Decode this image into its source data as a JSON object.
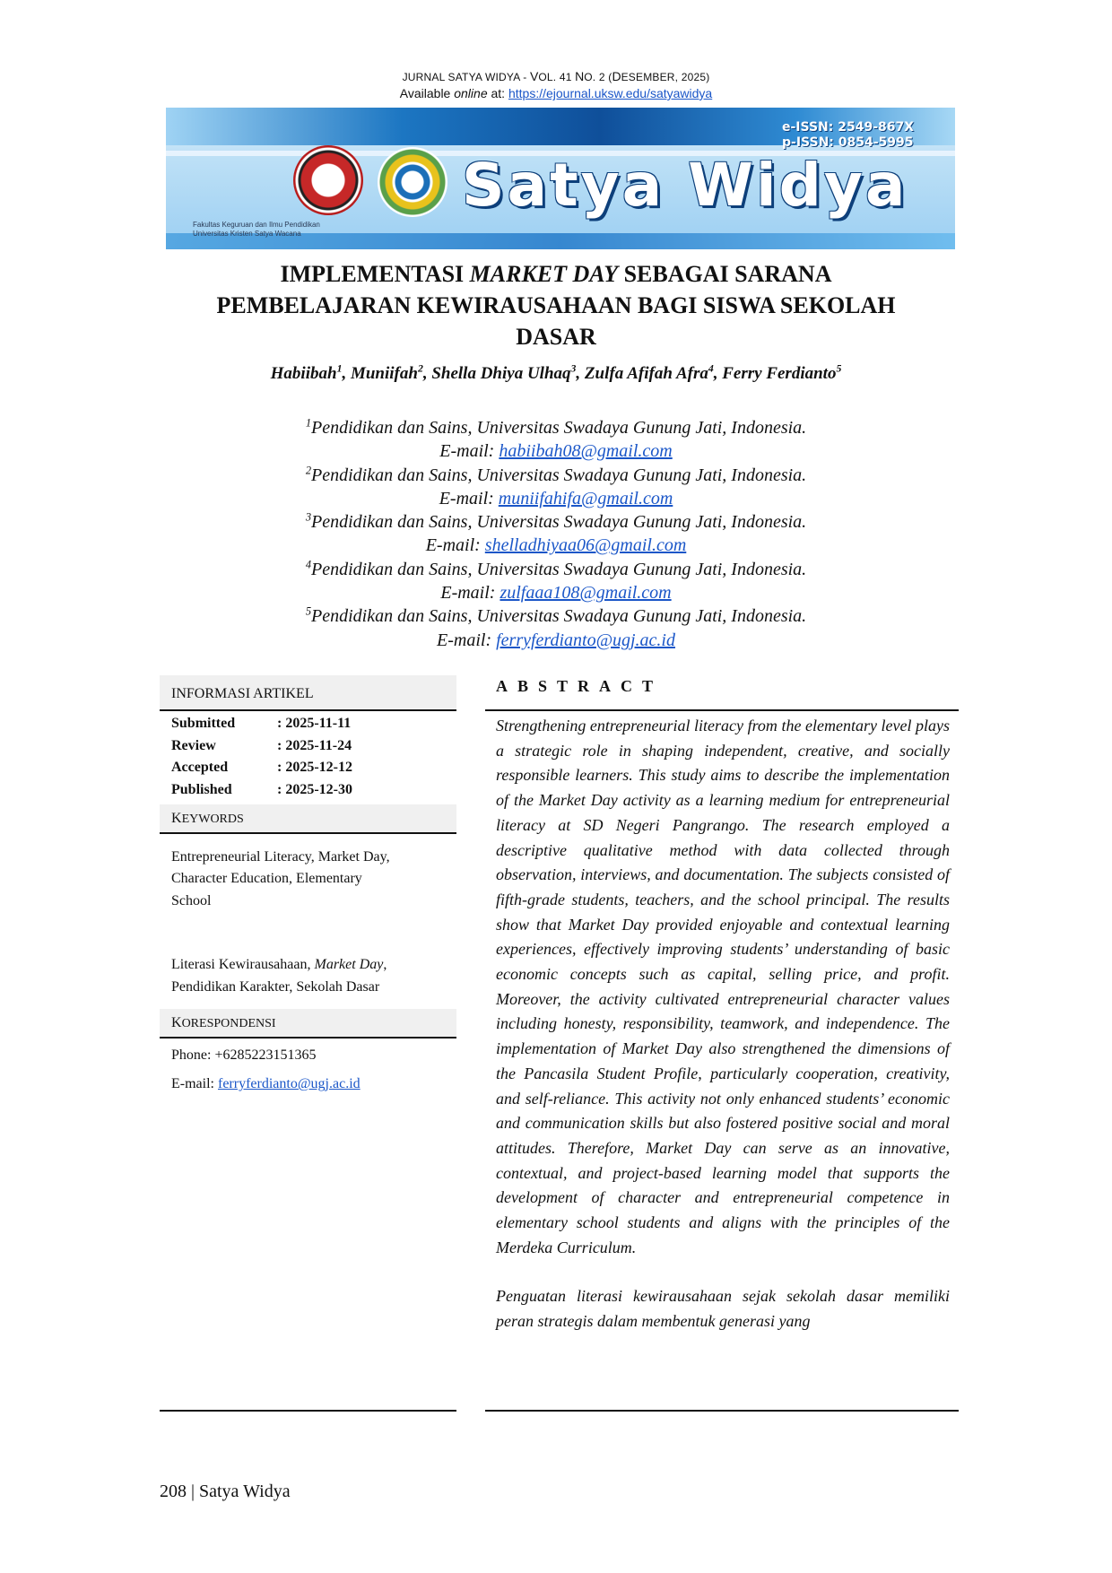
{
  "running_header": {
    "journal": "JURNAL SATYA WIDYA - V",
    "vol_rest": "OL. 41 N",
    "no_rest": "O. 2 (D",
    "date_rest": "ESEMBER, 2025)",
    "vol_cap": "V",
    "no_cap": "N",
    "date_cap": "D",
    "available_prefix": "Available ",
    "available_online": "online",
    "available_at": " at: ",
    "url": "https://ejournal.uksw.edu/satyawidya"
  },
  "banner": {
    "title": "Satya Widya",
    "eissn": "e-ISSN: 2549-867X",
    "pissn": "p-ISSN: 0854-5995",
    "faculty_line1": "Fakultas Keguruan dan Ilmu Pendidikan",
    "faculty_line2": "Universitas Kristen Satya Wacana"
  },
  "title": {
    "line1_pre": "IMPLEMENTASI ",
    "line1_italic": "MARKET DAY",
    "line1_post": " SEBAGAI SARANA",
    "line2": "PEMBELAJARAN KEWIRAUSAHAAN BAGI SISWA SEKOLAH",
    "line3": "DASAR"
  },
  "authors": [
    {
      "name": "Habiibah",
      "sup": "1"
    },
    {
      "name": "Muniifah",
      "sup": "2"
    },
    {
      "name": "Shella Dhiya Ulhaq",
      "sup": "3"
    },
    {
      "name": "Zulfa Afifah Afra",
      "sup": "4"
    },
    {
      "name": "Ferry Ferdianto",
      "sup": "5"
    }
  ],
  "affiliations": [
    {
      "sup": "1",
      "text": "Pendidikan dan Sains, Universitas Swadaya Gunung Jati, Indonesia.",
      "email_label": "E-mail: ",
      "email": "habiibah08@gmail.com"
    },
    {
      "sup": "2",
      "text": "Pendidikan dan Sains, Universitas Swadaya Gunung Jati, Indonesia.",
      "email_label": "E-mail: ",
      "email": "muniifahifa@gmail.com"
    },
    {
      "sup": "3",
      "text": "Pendidikan dan Sains, Universitas Swadaya Gunung Jati, Indonesia.",
      "email_label": "E-mail: ",
      "email": "shelladhiyaa06@gmail.com"
    },
    {
      "sup": "4",
      "text": "Pendidikan dan Sains, Universitas Swadaya Gunung Jati, Indonesia.",
      "email_label": "E-mail: ",
      "email": "zulfaaa108@gmail.com"
    },
    {
      "sup": "5",
      "text": "Pendidikan dan Sains, Universitas Swadaya Gunung Jati, Indonesia.",
      "email_label": "E-mail: ",
      "email": "ferryferdianto@ugj.ac.id"
    }
  ],
  "article_info": {
    "heading": "INFORMASI ARTIKEL",
    "dates": [
      {
        "label": "Submitted",
        "value": ": 2025-11-11"
      },
      {
        "label": "Review",
        "value": ": 2025-11-24"
      },
      {
        "label": "Accepted",
        "value": ": 2025-12-12"
      },
      {
        "label": "Published",
        "value": ": 2025-12-30"
      }
    ],
    "keywords_cap": "K",
    "keywords_rest": "EYWORDS",
    "keywords_en_line1": "Entrepreneurial Literacy, Market Day,",
    "keywords_en_line2": "Character Education, Elementary",
    "keywords_en_line3": "School",
    "keywords_id_pre": "Literasi Kewirausahaan, ",
    "keywords_id_italic": "Market Day",
    "keywords_id_post": ",",
    "keywords_id_line2": "Pendidikan Karakter, Sekolah Dasar",
    "correspondence_cap": "K",
    "correspondence_rest": "ORESPONDENSI",
    "phone": "Phone: +6285223151365",
    "email_label": "E-mail: ",
    "email": "ferryferdianto@ugj.ac.id"
  },
  "abstract": {
    "heading": "ABSTRACT",
    "en": "Strengthening entrepreneurial literacy from the elementary level plays a strategic role in shaping independent, creative, and socially responsible learners. This study aims to describe the implementation of the Market Day activity as a learning medium for entrepreneurial literacy at SD Negeri Pangrango. The research employed a descriptive qualitative method with data collected through observation, interviews, and documentation. The subjects consisted of fifth-grade students, teachers, and the school principal. The results show that Market Day provided enjoyable and contextual learning experiences, effectively improving students’ understanding of basic economic concepts such as capital, selling price, and profit. Moreover, the activity cultivated entrepreneurial character values including honesty, responsibility, teamwork, and independence. The implementation of Market Day also strengthened the dimensions of the Pancasila Student Profile, particularly cooperation, creativity, and self-reliance. This activity not only enhanced students’ economic and communication skills but also fostered positive social and moral attitudes. Therefore, Market Day can serve as an innovative, contextual, and project-based learning model that supports the development of character and entrepreneurial competence in elementary school students and aligns with the principles of the Merdeka Curriculum.",
    "id": "Penguatan literasi kewirausahaan sejak sekolah dasar memiliki peran strategis dalam membentuk generasi yang"
  },
  "footer": "208 | Satya Widya"
}
